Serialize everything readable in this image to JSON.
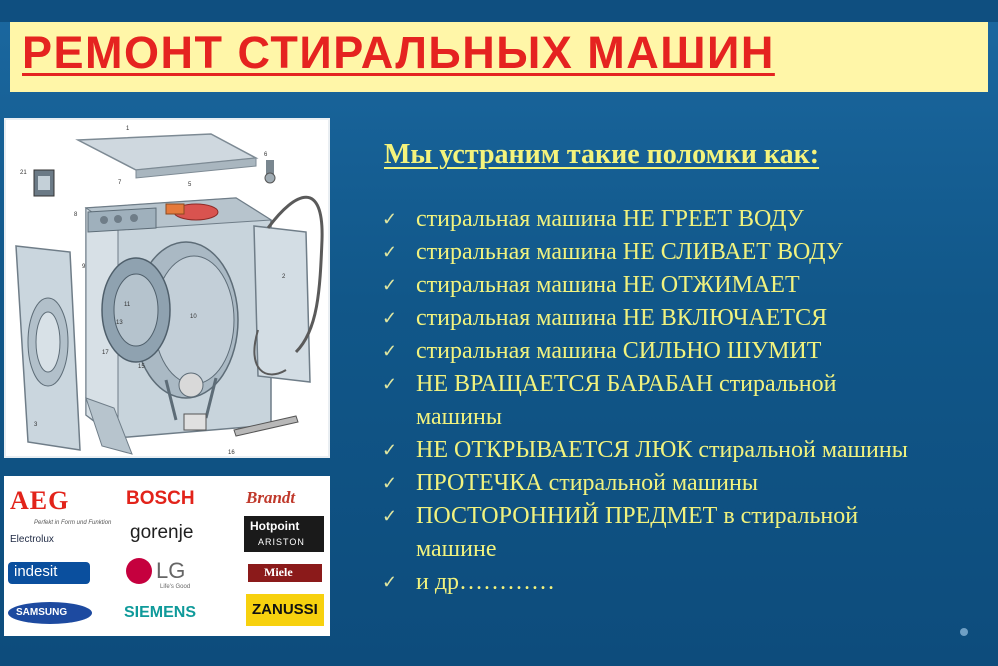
{
  "title": "РЕМОНТ СТИРАЛЬНЫХ МАШИН",
  "subtitle": "Мы устраним такие поломки как:",
  "check_icon": "✓",
  "issues": [
    "стиральная машина  НЕ ГРЕЕТ ВОДУ",
    "стиральная машина  НЕ СЛИВАЕТ ВОДУ",
    "стиральная машина  НЕ ОТЖИМАЕТ",
    "стиральная машина  НЕ ВКЛЮЧАЕТСЯ",
    "стиральная машина  СИЛЬНО ШУМИТ",
    "НЕ ВРАЩАЕТСЯ БАРАБАН стиральной",
    "машины",
    "НЕ ОТКРЫВАЕТСЯ ЛЮК стиральной машины",
    "ПРОТЕЧКА стиральной машины",
    "ПОСТОРОННИЙ ПРЕДМЕТ в стиральной",
    "машине",
    "и др…………"
  ],
  "diagram": {
    "part_numbers": [
      "1",
      "2",
      "3",
      "5",
      "6",
      "7",
      "8",
      "9",
      "10",
      "11",
      "13",
      "15",
      "16",
      "17",
      "21"
    ]
  },
  "brands": {
    "aeg": "AEG",
    "aeg_tagline": "Perfekt in Form und Funktion",
    "electrolux": "Electrolux",
    "bosch": "BOSCH",
    "brandt": "Brandt",
    "gorenje": "gorenje",
    "hotpoint": "Hotpoint",
    "ariston": "ARISTON",
    "indesit": "indesit",
    "lg": "LG",
    "lg_tagline": "Life's Good",
    "miele": "Miele",
    "samsung": "SAMSUNG",
    "siemens": "SIEMENS",
    "zanussi": "ZANUSSI"
  },
  "colors": {
    "background": "#125a8c",
    "title_band": "#fff6a8",
    "title_text": "#e52320",
    "list_text": "#f1f27e"
  }
}
